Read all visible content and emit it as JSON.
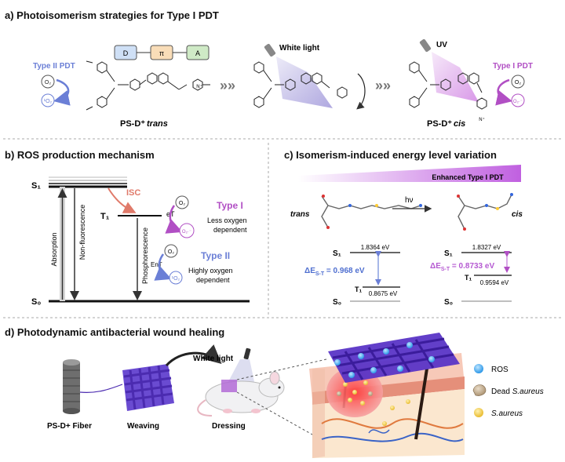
{
  "panel_a": {
    "title": "a) Photoisomerism strategies for Type I PDT",
    "type2_label": "Type II PDT",
    "type1_label": "Type I PDT",
    "o2_label": "O₂",
    "singlet_o2_label": "¹O₂",
    "superoxide_label": "O₂·⁻",
    "dpa_d": "D",
    "dpa_pi": "π",
    "dpa_a": "A",
    "white_light": "White light",
    "uv": "UV",
    "trans_name": "PS-D⁺",
    "trans_suffix": "trans",
    "cis_name": "PS-D⁺",
    "cis_suffix": "cis"
  },
  "panel_b": {
    "title": "b) ROS production mechanism",
    "s1": "S₁",
    "t1": "T₁",
    "s0": "S₀",
    "isc": "ISC",
    "absorption": "Absorption",
    "non_fluorescence": "Non-fluorescence",
    "phosphorescence": "Phosphorescence",
    "et": "eT",
    "ent": "EnT",
    "o2": "O₂",
    "superoxide": "O₂·⁻",
    "singlet_o2": "¹O₂",
    "type1": "Type I",
    "type1_desc_1": "Less oxygen",
    "type1_desc_2": "dependent",
    "type2": "Type II",
    "type2_desc_1": "Highly oxygen",
    "type2_desc_2": "dependent"
  },
  "panel_c": {
    "title": "c) Isomerism-induced energy level variation",
    "enhanced": "Enhanced Type I PDT",
    "trans": "trans",
    "cis": "cis",
    "hv": "hν",
    "trans_s1": "S₁",
    "trans_s1_val": "1.8364 eV",
    "trans_t1": "T₁",
    "trans_t1_val": "0.8675 eV",
    "trans_s0": "S₀",
    "trans_dE": "ΔE",
    "trans_dE_sub": "S-T",
    "trans_dE_val": " = 0.968 eV",
    "cis_s1": "S₁",
    "cis_s1_val": "1.8327 eV",
    "cis_t1": "T₁",
    "cis_t1_val": "0.9594 eV",
    "cis_s0": "S₀",
    "cis_dE": "ΔE",
    "cis_dE_sub": "S-T",
    "cis_dE_val": " = 0.8733 eV"
  },
  "panel_d": {
    "title": "d) Photodynamic antibacterial wound healing",
    "fiber": "PS-D+ Fiber",
    "weaving": "Weaving",
    "white_light": "White light",
    "dressing": "Dressing",
    "legend_ros": "ROS",
    "legend_dead": "Dead",
    "legend_dead_sp": "S.aureus",
    "legend_live": "S.aureus"
  },
  "colors": {
    "type2_blue": "#6b7fd6",
    "type1_purple": "#b14fc4",
    "isc_red": "#e07a6a",
    "de_blue": "#4f6fd0",
    "de_purple": "#b55ad2",
    "weave_purple": "#4b2bb0",
    "ros_blue": "#1e90e6"
  }
}
